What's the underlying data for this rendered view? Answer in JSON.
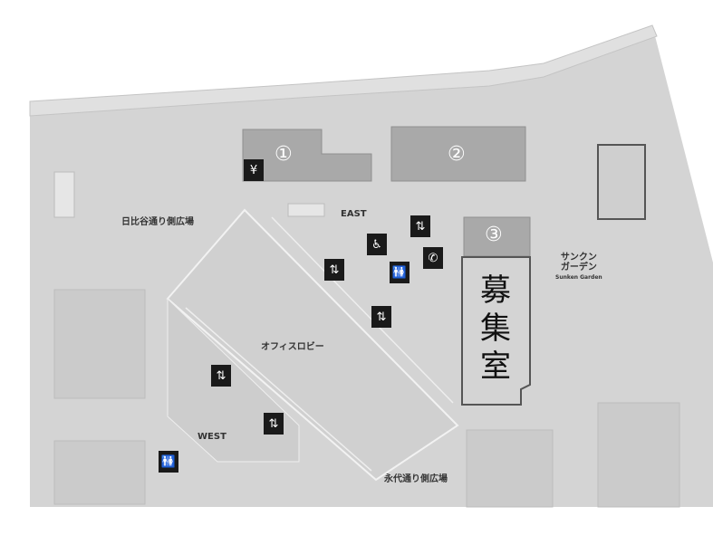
{
  "map": {
    "buildings": [
      {
        "id": "1",
        "label": "①"
      },
      {
        "id": "2",
        "label": "②"
      },
      {
        "id": "3",
        "label": "③"
      }
    ],
    "recruitment_room": "募集室",
    "areas": {
      "east": "EAST",
      "west": "WEST",
      "hibiya_plaza": "日比谷通り側広場",
      "eitai_plaza": "永代通り側広場",
      "office_lobby": "オフィスロビー",
      "sunken_garden_jp_1": "サンクン",
      "sunken_garden_jp_2": "ガーデン",
      "sunken_garden_en": "Sunken Garden"
    },
    "icons": [
      "atm-icon",
      "elevator-icon",
      "wheelchair-icon",
      "phone-icon",
      "restroom-icon"
    ],
    "colors": {
      "ground": "#d4d4d4",
      "building": "#a9a9a9",
      "icon_bg": "#1a1a1a"
    }
  }
}
